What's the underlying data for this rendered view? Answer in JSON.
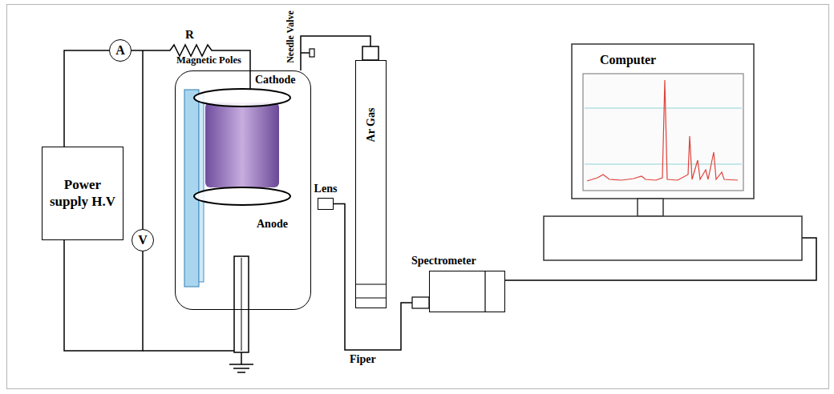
{
  "diagram": {
    "nodes": [
      {
        "text": [
          "Power supply H.V"
        ]
      },
      {
        "text": [
          "A"
        ]
      },
      {
        "text": [
          "V"
        ]
      },
      {
        "text": [
          "Magnetic Poles",
          "Cathode",
          "Anode"
        ]
      },
      {
        "text": [
          "Lens"
        ]
      },
      {
        "text": [
          "Ar Gas"
        ]
      },
      {
        "text": [
          "Spectrometer"
        ]
      },
      {
        "text": [
          "Computer"
        ]
      }
    ],
    "edges": [
      {
        "from": 0,
        "to": 1,
        "arrow": "none"
      },
      {
        "from": 1,
        "to": 3,
        "arrow": "none"
      },
      {
        "from": 2,
        "to": 0,
        "arrow": "none"
      },
      {
        "from": 3,
        "to": 5,
        "arrow": "none"
      },
      {
        "from": 4,
        "to": 6,
        "label": "Fiper",
        "arrow": "none"
      },
      {
        "from": 6,
        "to": 7,
        "arrow": "none"
      }
    ],
    "labels": [
      "R",
      "Needle Valve"
    ]
  }
}
